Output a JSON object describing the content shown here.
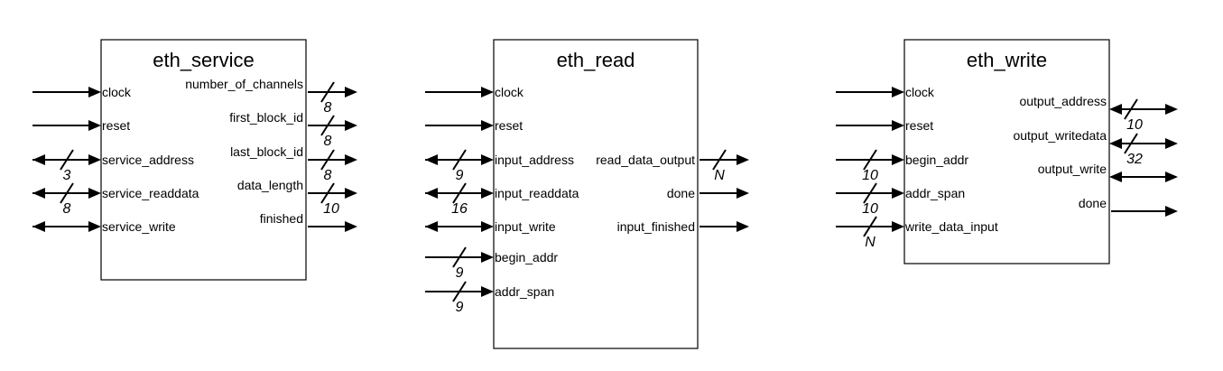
{
  "blocks": [
    {
      "title": "eth_service",
      "inputs": [
        {
          "name": "clock",
          "dir": "in"
        },
        {
          "name": "reset",
          "dir": "in"
        },
        {
          "name": "service_address",
          "dir": "bi",
          "width": "3"
        },
        {
          "name": "service_readdata",
          "dir": "bi",
          "width": "8"
        },
        {
          "name": "service_write",
          "dir": "bi"
        }
      ],
      "outputs": [
        {
          "name": "number_of_channels",
          "dir": "out",
          "width": "8"
        },
        {
          "name": "first_block_id",
          "dir": "out",
          "width": "8"
        },
        {
          "name": "last_block_id",
          "dir": "out",
          "width": "8"
        },
        {
          "name": "data_length",
          "dir": "out",
          "width": "10"
        },
        {
          "name": "finished",
          "dir": "out"
        }
      ]
    },
    {
      "title": "eth_read",
      "inputs": [
        {
          "name": "clock",
          "dir": "in"
        },
        {
          "name": "reset",
          "dir": "in"
        },
        {
          "name": "input_address",
          "dir": "bi",
          "width": "9"
        },
        {
          "name": "input_readdata",
          "dir": "bi",
          "width": "16"
        },
        {
          "name": "input_write",
          "dir": "bi"
        },
        {
          "name": "begin_addr",
          "dir": "in",
          "width": "9"
        },
        {
          "name": "addr_span",
          "dir": "in",
          "width": "9"
        }
      ],
      "outputs": [
        {
          "name": "read_data_output",
          "dir": "out",
          "width": "N"
        },
        {
          "name": "done",
          "dir": "out"
        },
        {
          "name": "input_finished",
          "dir": "out"
        }
      ]
    },
    {
      "title": "eth_write",
      "inputs": [
        {
          "name": "clock",
          "dir": "in"
        },
        {
          "name": "reset",
          "dir": "in"
        },
        {
          "name": "begin_addr",
          "dir": "in",
          "width": "10"
        },
        {
          "name": "addr_span",
          "dir": "in",
          "width": "10"
        },
        {
          "name": "write_data_input",
          "dir": "in",
          "width": "N"
        }
      ],
      "outputs": [
        {
          "name": "output_address",
          "dir": "bi",
          "width": "10"
        },
        {
          "name": "output_writedata",
          "dir": "bi",
          "width": "32"
        },
        {
          "name": "output_write",
          "dir": "bi"
        },
        {
          "name": "done",
          "dir": "out"
        }
      ]
    }
  ]
}
